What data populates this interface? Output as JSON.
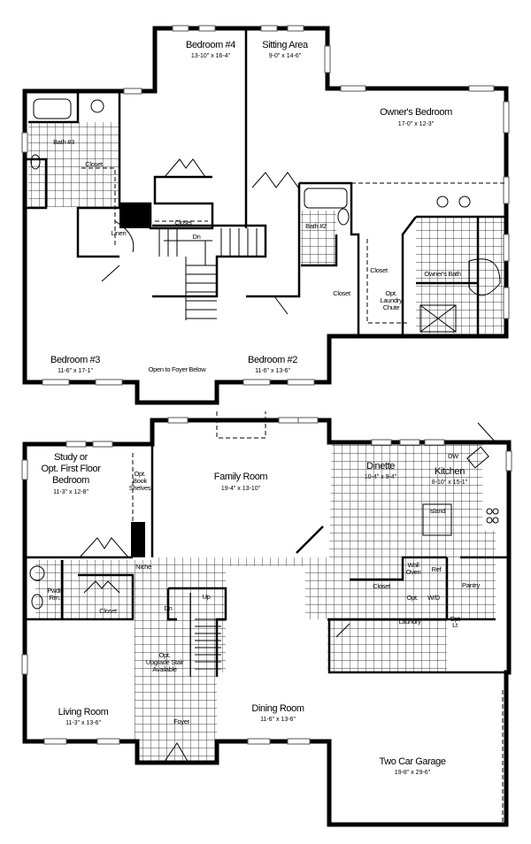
{
  "upper_floor": {
    "rooms": [
      {
        "name": "Bedroom #4",
        "dims": "13-10\" x 16-4\""
      },
      {
        "name": "Sitting Area",
        "dims": "9-0\" x 14-6\""
      },
      {
        "name": "Owner's Bedroom",
        "dims": "17-0\" x 12-3\""
      },
      {
        "name": "Bedroom #3",
        "dims": "11-6\" x 17-1\""
      },
      {
        "name": "Bedroom #2",
        "dims": "11-6\" x 13-6\""
      }
    ],
    "labels": {
      "bath3": "Bath #3",
      "closet_b3": "Closet",
      "linen": "Linen",
      "closet_b4": "Closet",
      "dn": "Dn",
      "bath2": "Bath #2",
      "closet_b2": "Closet",
      "closet_owner": "Closet",
      "laundry_chute": [
        "Opt.",
        "Laundry",
        "Chute"
      ],
      "owners_bath": "Owner's Bath",
      "open_foyer": "Open to Foyer Below"
    }
  },
  "lower_floor": {
    "rooms": [
      {
        "name": [
          "Study or",
          "Opt. First Floor",
          "Bedroom"
        ],
        "dims": "11-3\" x 12-8\""
      },
      {
        "name": "Family Room",
        "dims": "19-4\" x 13-10\""
      },
      {
        "name": "Dinette",
        "dims": "10-4\" x 9-4\""
      },
      {
        "name": "Kitchen",
        "dims": "8-10\" x 15-1\""
      },
      {
        "name": "Living Room",
        "dims": "11-3\" x 13-6\""
      },
      {
        "name": "Dining Room",
        "dims": "11-6\" x 13-6\""
      },
      {
        "name": "Two Car Garage",
        "dims": "19-8\" x 29-6\""
      }
    ],
    "labels": {
      "book_shelves": [
        "Opt.",
        "Book",
        "Shelves"
      ],
      "niche": "Niche",
      "dw": "DW",
      "island": "Island",
      "wall_oven": [
        "Wall",
        "Oven"
      ],
      "ref": "Ref",
      "closet_k": "Closet",
      "opt": "Opt.",
      "wd": "W/D",
      "pantry": "Pantry",
      "laundry": "Laundry",
      "opt_lt": [
        "Opt",
        "Lt"
      ],
      "pwdr": [
        "Pwdr.",
        "Rm."
      ],
      "closet_p": "Closet",
      "dn": "Dn",
      "up": "Up",
      "upgrade_stair": [
        "Opt.",
        "Upgrade Stair",
        "Available"
      ],
      "foyer": "Foyer"
    }
  }
}
